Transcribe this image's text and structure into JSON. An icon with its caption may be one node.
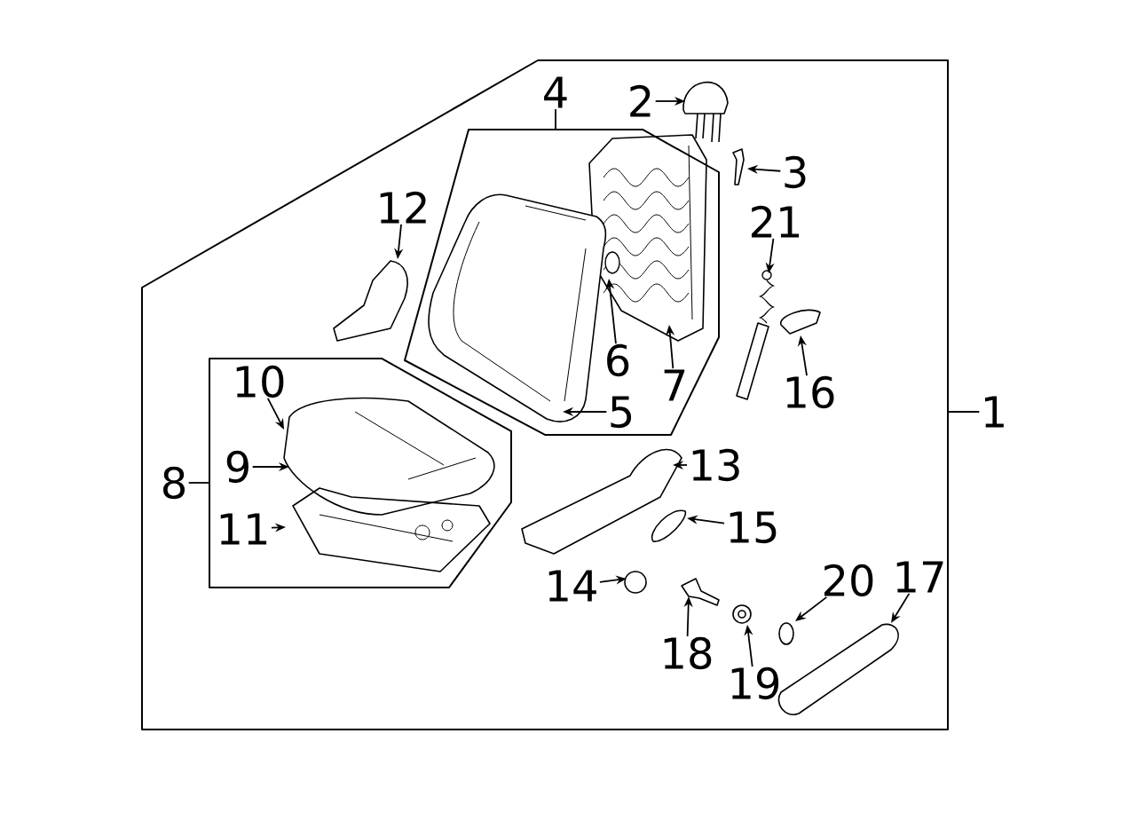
{
  "diagram": {
    "nodes": [
      {
        "text": [],
        "shape": "box"
      },
      {
        "text": [
          "2"
        ],
        "in": 0
      },
      {
        "text": [
          "4"
        ],
        "in": 0
      },
      {
        "text": [],
        "shape": "box",
        "in": 0
      },
      {
        "text": [
          "3"
        ],
        "in": 0
      },
      {
        "text": [
          "12"
        ],
        "in": 0
      },
      {
        "text": [
          "21"
        ],
        "in": 0
      },
      {
        "text": [
          "6"
        ],
        "in": 3
      },
      {
        "text": [
          "7"
        ],
        "in": 3
      },
      {
        "text": [
          "16"
        ],
        "in": 0
      },
      {
        "text": [
          "5"
        ],
        "in": 3
      },
      {
        "text": [
          "1"
        ]
      },
      {
        "text": [],
        "shape": "box",
        "in": 0
      },
      {
        "text": [
          "10"
        ],
        "in": 12
      },
      {
        "text": [
          "9"
        ],
        "in": 12
      },
      {
        "text": [
          "8"
        ],
        "in": 0
      },
      {
        "text": [
          "11"
        ],
        "in": 12
      },
      {
        "text": [
          "13"
        ],
        "in": 0
      },
      {
        "text": [
          "15"
        ],
        "in": 0
      },
      {
        "text": [
          "14"
        ],
        "in": 0
      },
      {
        "text": [
          "20"
        ],
        "in": 0
      },
      {
        "text": [
          "17"
        ],
        "in": 0
      },
      {
        "text": [
          "18"
        ],
        "in": 0
      },
      {
        "text": [
          "19"
        ],
        "in": 0
      }
    ],
    "edges": [
      {
        "from": 11,
        "to": 0,
        "arrow": "none"
      },
      {
        "from": 2,
        "to": 3,
        "arrow": "none"
      },
      {
        "from": 15,
        "to": 12,
        "arrow": "none"
      },
      {
        "from": 1,
        "to": null,
        "arrow": "to"
      },
      {
        "from": 4,
        "to": null,
        "arrow": "to"
      },
      {
        "from": 5,
        "to": null,
        "arrow": "to"
      },
      {
        "from": 6,
        "to": null,
        "arrow": "to"
      },
      {
        "from": 7,
        "to": null,
        "arrow": "to"
      },
      {
        "from": 8,
        "to": null,
        "arrow": "to"
      },
      {
        "from": 9,
        "to": null,
        "arrow": "to"
      },
      {
        "from": 10,
        "to": null,
        "arrow": "to"
      },
      {
        "from": 13,
        "to": null,
        "arrow": "to"
      },
      {
        "from": 14,
        "to": null,
        "arrow": "to"
      },
      {
        "from": 16,
        "to": null,
        "arrow": "to"
      },
      {
        "from": 17,
        "to": null,
        "arrow": "to"
      },
      {
        "from": 18,
        "to": null,
        "arrow": "to"
      },
      {
        "from": 19,
        "to": null,
        "arrow": "to"
      },
      {
        "from": 20,
        "to": null,
        "arrow": "to"
      },
      {
        "from": 21,
        "to": null,
        "arrow": "to"
      },
      {
        "from": 22,
        "to": null,
        "arrow": "to"
      },
      {
        "from": 23,
        "to": null,
        "arrow": "to"
      }
    ]
  }
}
